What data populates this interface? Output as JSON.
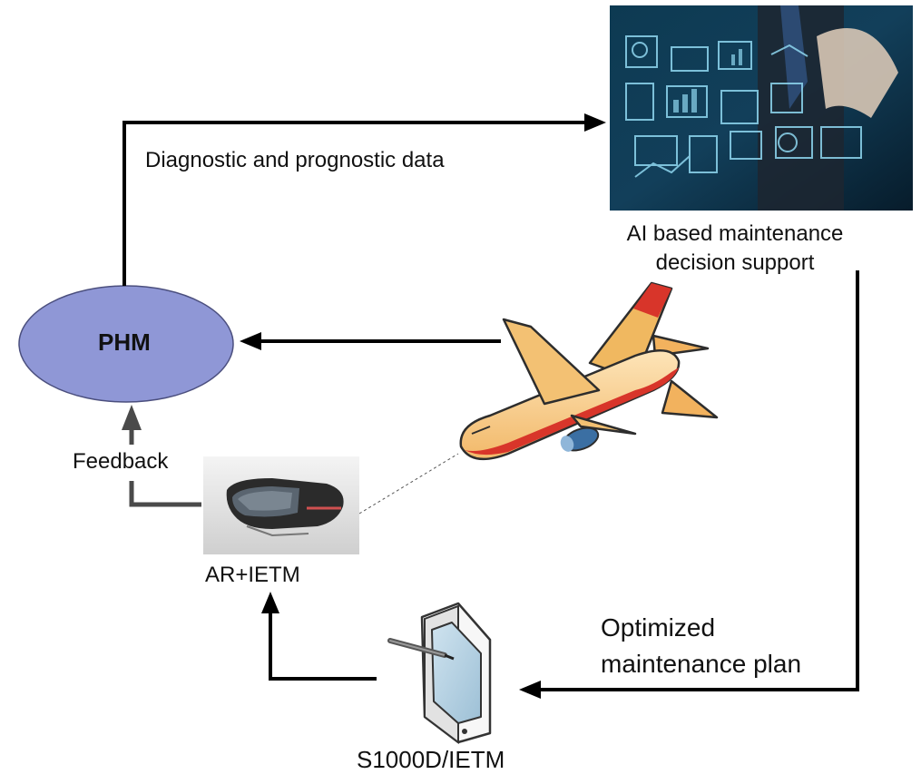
{
  "nodes": {
    "phm": "PHM",
    "ai_support_line1": "AI based maintenance",
    "ai_support_line2": "decision support",
    "ar_ietm": "AR+IETM",
    "s1000d": "S1000D/IETM"
  },
  "edges": {
    "diagnostic": "Diagnostic and prognostic data",
    "feedback": "Feedback",
    "optimized_line1": "Optimized",
    "optimized_line2": "maintenance plan"
  },
  "colors": {
    "phm_fill": "#8f97d6",
    "phm_stroke": "#4b4f7e",
    "arrow_black": "#000000",
    "arrow_gray": "#4a4a4a",
    "ai_photo_bg": "#0c2a3c",
    "airplane_body": "#f6d39a",
    "airplane_accent": "#d8352a"
  },
  "icons": {
    "ai_photo": "business-dashboard-photo",
    "airplane": "airplane-icon",
    "ar_headset": "ar-headset-icon",
    "tablet": "tablet-stylus-icon"
  }
}
